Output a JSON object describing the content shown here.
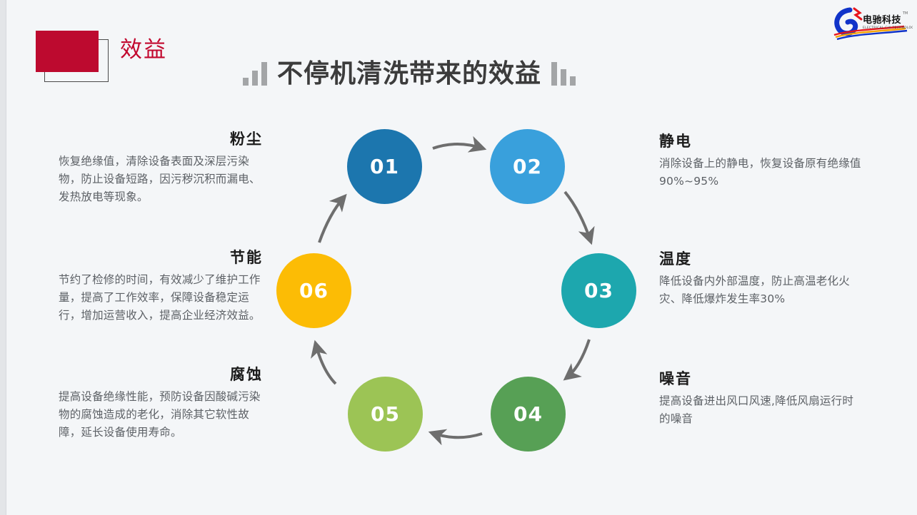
{
  "header": {
    "badge_label": "效益",
    "badge_color": "#bd0a2f",
    "badge_text_color": "#c2082e",
    "title": "不停机清洗带来的效益",
    "title_color": "#3c3c3c",
    "decor_bar_color": "#a3a5a7"
  },
  "logo": {
    "name": "电驰科技",
    "tagline": "ELECTRICAL CHI TECHNOLOGY",
    "trademark": "TM",
    "mark_color": "#1033c9"
  },
  "diagram": {
    "steps": [
      {
        "number": "01",
        "color": "#1c76ae",
        "title": "粉尘",
        "body": "恢复绝缘值，清除设备表面及深层污染物，防止设备短路，因污秽沉积而漏电、发热放电等现象。"
      },
      {
        "number": "02",
        "color": "#39a0dc",
        "title": "静电",
        "body": "消除设备上的静电，恢复设备原有绝缘值90%~95%"
      },
      {
        "number": "03",
        "color": "#1da7ae",
        "title": "温度",
        "body": "降低设备内外部温度，防止高温老化火灾、降低爆炸发生率30%"
      },
      {
        "number": "04",
        "color": "#57a055",
        "title": "噪音",
        "body": "提高设备进出风口风速,降低风扇运行时的噪音"
      },
      {
        "number": "05",
        "color": "#9cc455",
        "title": "腐蚀",
        "body": "提高设备绝缘性能，预防设备因酸碱污染物的腐蚀造成的老化，消除其它软性故障，延长设备使用寿命。"
      },
      {
        "number": "06",
        "color": "#fcbc05",
        "title": "节能",
        "body": "节约了检修的时间，有效减少了维护工作量，提高了工作效率，保障设备稳定运行，增加运营收入，提高企业经济效益。"
      }
    ],
    "arrow_color": "#6e6e6e",
    "arrow_count": 6
  },
  "background_color": "#f4f6f8"
}
